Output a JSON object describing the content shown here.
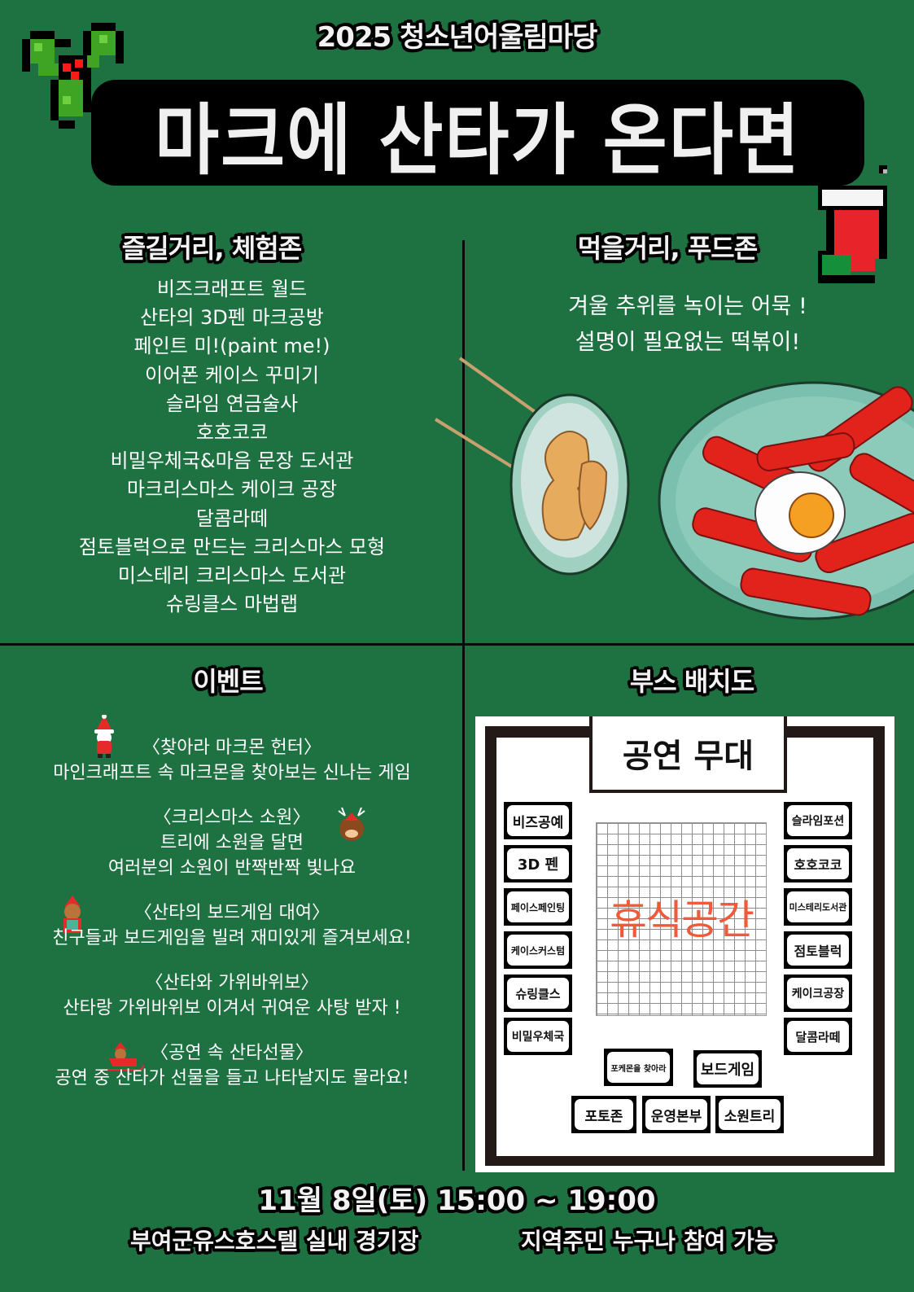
{
  "header": {
    "subtitle": "2025 청소년어울림마당",
    "title": "마크에 산타가 온다면"
  },
  "colors": {
    "background": "#1e7141",
    "title_text": "#f0f0f0",
    "outline": "#000000",
    "rest_area_text": "#ee5a3a"
  },
  "experience_zone": {
    "heading": "즐길거리,  체험존",
    "items": [
      "비즈크래프트 월드",
      "산타의 3D펜 마크공방",
      "페인트 미!(paint  me!)",
      "이어폰 케이스 꾸미기",
      "슬라임 연금술사",
      "호호코코",
      "비밀우체국&마음 문장 도서관",
      "마크리스마스 케이크 공장",
      "달콤라떼",
      "점토블럭으로 만드는 크리스마스 모형",
      "미스테리 크리스마스 도서관",
      "슈링클스 마법랩"
    ]
  },
  "food_zone": {
    "heading": "먹을거리, 푸드존",
    "lines": [
      "겨울 추위를 녹이는 어묵 !",
      "설명이 필요없는 떡볶이!"
    ]
  },
  "events": {
    "heading": "이벤트",
    "items": [
      {
        "title": "〈찾아라 마크몬 헌터〉",
        "desc": "마인크래프트 속 마크몬을 찾아보는 신나는 게임",
        "icon": "santa-icon"
      },
      {
        "title": "〈크리스마스 소원〉",
        "desc": "트리에 소원을  달면",
        "desc2": "여러분의 소원이 반짝반짝 빛나요",
        "icon": "reindeer-icon"
      },
      {
        "title": "〈산타의 보드게임 대여〉",
        "desc": "친구들과 보드게임을 빌려  재미있게  즐겨보세요!",
        "icon": "reindeer-gift-icon"
      },
      {
        "title": "〈산타와 가위바위보〉",
        "desc": "산타랑 가위바위보  이겨서  귀여운 사탕 받자 !"
      },
      {
        "title": "〈공연 속 산타선물〉",
        "desc": "공연 중 산타가 선물을 들고 나타날지도 몰라요!",
        "icon": "sleigh-icon"
      }
    ]
  },
  "booth_map": {
    "heading": "부스 배치도",
    "stage": "공연 무대",
    "rest_area": "휴식공간",
    "left_booths": [
      "비즈공예",
      "3D  펜",
      "페이스페인팅",
      "케이스커스텀",
      "슈링클스",
      "비밀우체국"
    ],
    "right_booths": [
      "슬라임포션",
      "호호코코",
      "미스테리도서관",
      "점토블럭",
      "케이크공장",
      "달콤라떼"
    ],
    "center_booths": [
      "포케몬을 찾아라",
      "보드게임"
    ],
    "bottom_booths": [
      "포토존",
      "운영본부",
      "소원트리"
    ]
  },
  "footer": {
    "datetime": "11월 8일(토) 15:00 ~ 19:00",
    "location": "부여군유스호스텔 실내 경기장",
    "eligibility": "지역주민 누구나 참여 가능"
  }
}
